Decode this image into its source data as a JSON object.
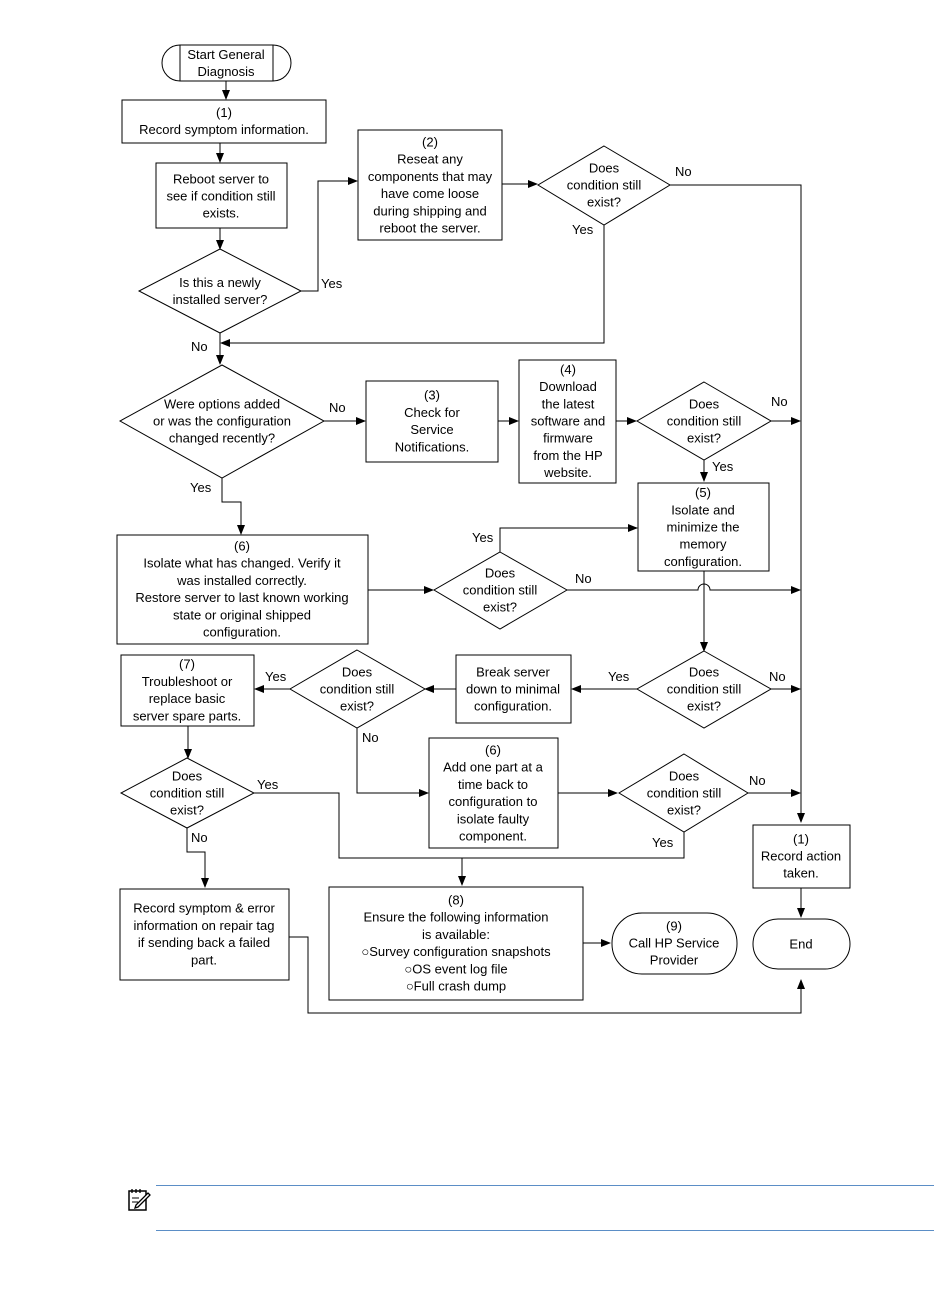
{
  "nodes": [
    {
      "id": "start",
      "lines": [
        "Start General",
        "Diagnosis"
      ]
    },
    {
      "id": "n1",
      "lines": [
        "(1)",
        "Record symptom information."
      ]
    },
    {
      "id": "reboot",
      "lines": [
        "Reboot server to",
        "see if condition still",
        "exists."
      ]
    },
    {
      "id": "newly",
      "lines": [
        "Is this a newly",
        "installed server?"
      ]
    },
    {
      "id": "n2",
      "lines": [
        "(2)",
        "Reseat any",
        "components that may",
        "have come loose",
        "during shipping and",
        "reboot the server."
      ]
    },
    {
      "id": "dA",
      "lines": [
        "Does",
        "condition still",
        "exist?"
      ]
    },
    {
      "id": "options",
      "lines": [
        "Were options added",
        "or was the configuration",
        "changed recently?"
      ]
    },
    {
      "id": "n3",
      "lines": [
        "(3)",
        "Check for",
        "Service",
        "Notifications."
      ]
    },
    {
      "id": "n4",
      "lines": [
        "(4)",
        "Download",
        "the latest",
        "software and",
        "firmware",
        "from the HP",
        "website."
      ]
    },
    {
      "id": "dB",
      "lines": [
        "Does",
        "condition still",
        "exist?"
      ]
    },
    {
      "id": "n5",
      "lines": [
        "(5)",
        "Isolate and",
        "minimize the",
        "memory",
        "configuration."
      ]
    },
    {
      "id": "n6a",
      "lines": [
        "(6)",
        "Isolate what has changed. Verify it",
        "was installed correctly.",
        "Restore server to last known working",
        "state or original shipped",
        "configuration."
      ]
    },
    {
      "id": "dC",
      "lines": [
        "Does",
        "condition still",
        "exist?"
      ]
    },
    {
      "id": "n7",
      "lines": [
        "(7)",
        "Troubleshoot or",
        "replace basic",
        "server spare parts."
      ]
    },
    {
      "id": "dD",
      "lines": [
        "Does",
        "condition still",
        "exist?"
      ]
    },
    {
      "id": "breakdown",
      "lines": [
        "Break server",
        "down to minimal",
        "configuration."
      ]
    },
    {
      "id": "dE",
      "lines": [
        "Does",
        "condition still",
        "exist?"
      ]
    },
    {
      "id": "dF",
      "lines": [
        "Does",
        "condition still",
        "exist?"
      ]
    },
    {
      "id": "n6b",
      "lines": [
        "(6)",
        "Add one part at a",
        "time back to",
        "configuration to",
        "isolate faulty",
        "component."
      ]
    },
    {
      "id": "dG",
      "lines": [
        "Does",
        "condition still",
        "exist?"
      ]
    },
    {
      "id": "n1r",
      "lines": [
        "(1)",
        "Record action",
        "taken."
      ]
    },
    {
      "id": "repair",
      "lines": [
        "Record symptom & error",
        "information on repair tag",
        "if sending back a failed",
        "part."
      ]
    },
    {
      "id": "n8",
      "lines": [
        "(8)",
        "Ensure the following information",
        "is available:",
        "○Survey configuration snapshots",
        "○OS event log file",
        "○Full crash dump"
      ]
    },
    {
      "id": "n9",
      "lines": [
        "(9)",
        "Call HP Service",
        "Provider"
      ]
    },
    {
      "id": "end",
      "lines": [
        "End"
      ]
    }
  ],
  "edge_labels": [
    {
      "id": "newly-yes",
      "text": "Yes"
    },
    {
      "id": "newly-no",
      "text": "No"
    },
    {
      "id": "dA-no",
      "text": "No"
    },
    {
      "id": "dA-yes",
      "text": "Yes"
    },
    {
      "id": "options-no",
      "text": "No"
    },
    {
      "id": "options-yes",
      "text": "Yes"
    },
    {
      "id": "dB-no",
      "text": "No"
    },
    {
      "id": "dB-yes",
      "text": "Yes"
    },
    {
      "id": "dC-yes",
      "text": "Yes"
    },
    {
      "id": "dC-no",
      "text": "No"
    },
    {
      "id": "dE-yes",
      "text": "Yes"
    },
    {
      "id": "dE-no",
      "text": "No"
    },
    {
      "id": "dD-yes",
      "text": "Yes"
    },
    {
      "id": "dD-no",
      "text": "No"
    },
    {
      "id": "dF-yes",
      "text": "Yes"
    },
    {
      "id": "dF-no",
      "text": "No"
    },
    {
      "id": "dG-no",
      "text": "No"
    },
    {
      "id": "dG-yes",
      "text": "Yes"
    }
  ],
  "note": {
    "icon": "note-icon",
    "text": ""
  },
  "colors": {
    "note_rule": "#5b8ec6",
    "line": "#000000"
  }
}
